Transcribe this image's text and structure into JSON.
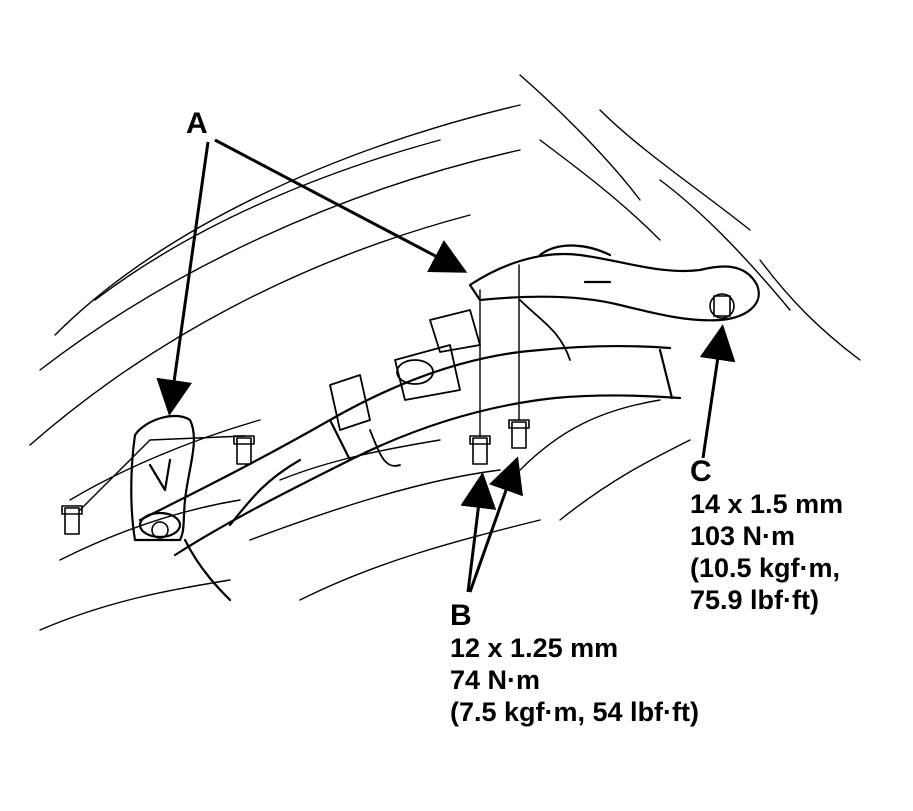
{
  "colors": {
    "ink": "#000000",
    "paper": "#ffffff"
  },
  "labels": {
    "A": {
      "letter": "A"
    },
    "B": {
      "letter": "B",
      "thread": "12 x 1.25 mm",
      "torque": "74 N·m",
      "alt": "(7.5 kgf·m, 54 lbf·ft)"
    },
    "C": {
      "letter": "C",
      "thread": "14 x 1.5 mm",
      "torque": "103 N·m",
      "alt1": "(10.5 kgf·m,",
      "alt2": "75.9 lbf·ft)"
    }
  }
}
